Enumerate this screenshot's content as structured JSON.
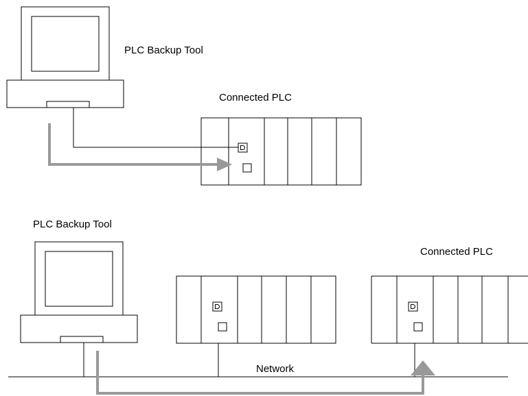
{
  "top_diagram": {
    "tool_label": "PLC Backup Tool",
    "plc_label": "Connected PLC"
  },
  "bottom_diagram": {
    "tool_label": "PLC Backup Tool",
    "plc_label": "Connected PLC",
    "network_label": "Network"
  },
  "colors": {
    "line": "#000000",
    "arrow": "#999999",
    "background": "#ffffff"
  }
}
